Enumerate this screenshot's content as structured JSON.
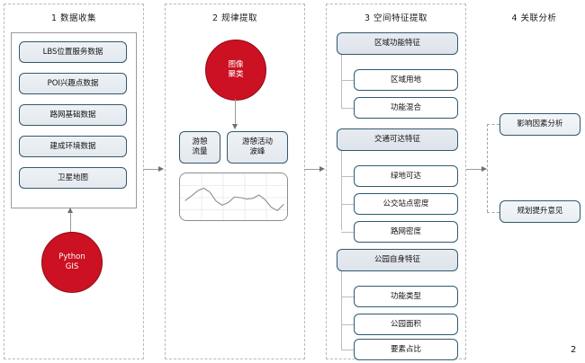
{
  "page": {
    "page_number": "2",
    "accent_red": "#cc1122",
    "node_border": "#2f5a72",
    "panel_border": "#b9b9b9"
  },
  "columns": [
    {
      "id": "col1",
      "title": "1 数据收集",
      "nodes": [
        {
          "label": "LBS位置服务数据"
        },
        {
          "label": "POI兴趣点数据"
        },
        {
          "label": "路网基础数据"
        },
        {
          "label": "建成环境数据"
        },
        {
          "label": "卫星地图"
        }
      ],
      "circle": {
        "label": "Python\nGIS"
      }
    },
    {
      "id": "col2",
      "title": "2 规律提取",
      "circle": {
        "label": "图像\n聚类"
      },
      "nodes": [
        {
          "label": "游憩\n流量"
        },
        {
          "label": "游憩活动\n波峰"
        }
      ],
      "chart": {
        "name": "recreation-flow-curve"
      }
    },
    {
      "id": "col3",
      "title": "3 空间特征提取",
      "groups": [
        {
          "header": "区域功能特征",
          "children": [
            "区域用地",
            "功能混合"
          ]
        },
        {
          "header": "交通可达特征",
          "children": [
            "绿地可达",
            "公交站点密度",
            "路网密度"
          ]
        },
        {
          "header": "公园自身特征",
          "children": [
            "功能类型",
            "公园面积",
            "要素占比"
          ]
        }
      ]
    },
    {
      "id": "col4",
      "title": "4 关联分析",
      "nodes": [
        {
          "label": "影响因素分析"
        },
        {
          "label": "规划提升意见"
        }
      ]
    }
  ],
  "chart_data": {
    "type": "line",
    "title": "",
    "xlabel": "",
    "ylabel": "",
    "x": [
      0,
      1,
      2,
      3,
      4,
      5,
      6,
      7,
      8,
      9,
      10,
      11,
      12,
      13,
      14,
      15,
      16
    ],
    "values": [
      42,
      55,
      70,
      78,
      66,
      40,
      28,
      36,
      52,
      50,
      46,
      48,
      58,
      44,
      22,
      12,
      30
    ],
    "ylim": [
      0,
      100
    ],
    "grid": true,
    "legend": "none"
  }
}
